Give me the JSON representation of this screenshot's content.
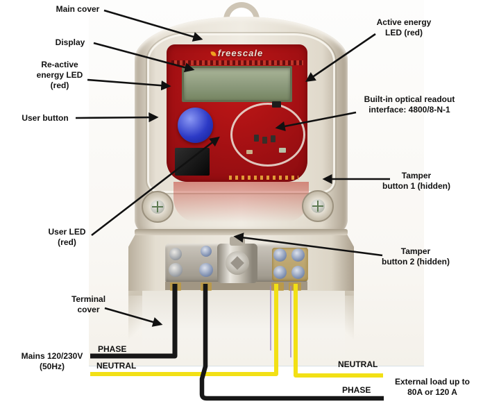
{
  "device": {
    "logo_text": "freescale"
  },
  "labels": {
    "main_cover": "Main cover",
    "display": "Display",
    "reactive_led": "Re-active\nenergy LED\n(red)",
    "user_button": "User button",
    "active_led": "Active energy\nLED (red)",
    "optical": "Built-in optical readout\ninterface: 4800/8-N-1",
    "tamper1": "Tamper\nbutton 1 (hidden)",
    "tamper2": "Tamper\nbutton 2 (hidden)",
    "user_led": "User LED\n(red)",
    "terminal_cover": "Terminal\ncover",
    "mains": "Mains 120/230V\n(50Hz)",
    "phase_left": "PHASE",
    "neutral_left": "NEUTRAL",
    "neutral_right": "NEUTRAL",
    "external_load": "External load up to\n80A or 120 A",
    "phase_right": "PHASE"
  },
  "colors": {
    "pcb_red": "#c01717",
    "lcd_green": "#8a987a",
    "button_blue": "#2c3ac6",
    "wire_yellow": "#f2e015",
    "wire_black": "#171717",
    "case_beige": "#d8d0c1",
    "label_text": "#111111"
  }
}
